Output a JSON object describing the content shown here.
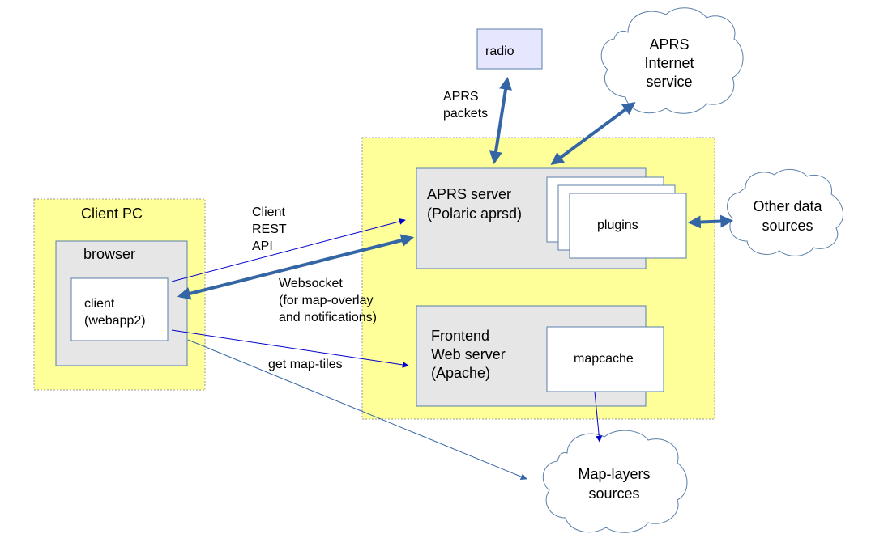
{
  "client_pc": {
    "title": "Client PC",
    "browser": {
      "title": "browser",
      "client": {
        "line1": "client",
        "line2": "(webapp2)"
      }
    }
  },
  "radio": {
    "label": "radio"
  },
  "aprs_packets": {
    "line1": "APRS",
    "line2": "packets"
  },
  "aprs_internet": {
    "line1": "APRS",
    "line2": "Internet",
    "line3": "service"
  },
  "aprs_server": {
    "line1": "APRS server",
    "line2": "(Polaric aprsd)",
    "plugins": "plugins"
  },
  "other_sources": {
    "line1": "Other data",
    "line2": "sources"
  },
  "client_rest": {
    "line1": "Client",
    "line2": "REST",
    "line3": "API"
  },
  "websocket": {
    "line1": "Websocket",
    "line2": "(for map-overlay",
    "line3": "and notifications)"
  },
  "map_tiles": {
    "label": "get map-tiles"
  },
  "frontend": {
    "line1": "Frontend",
    "line2": "Web server",
    "line3": "(Apache)",
    "mapcache": "mapcache"
  },
  "map_layers": {
    "line1": "Map-layers",
    "line2": "sources"
  },
  "colors": {
    "zone_fill": "#ffff99",
    "box_fill": "#e6e6e6",
    "radio_fill": "#e6e6ff",
    "thick_arrow": "#3465a4",
    "thin_arrow": "#0000cc"
  }
}
